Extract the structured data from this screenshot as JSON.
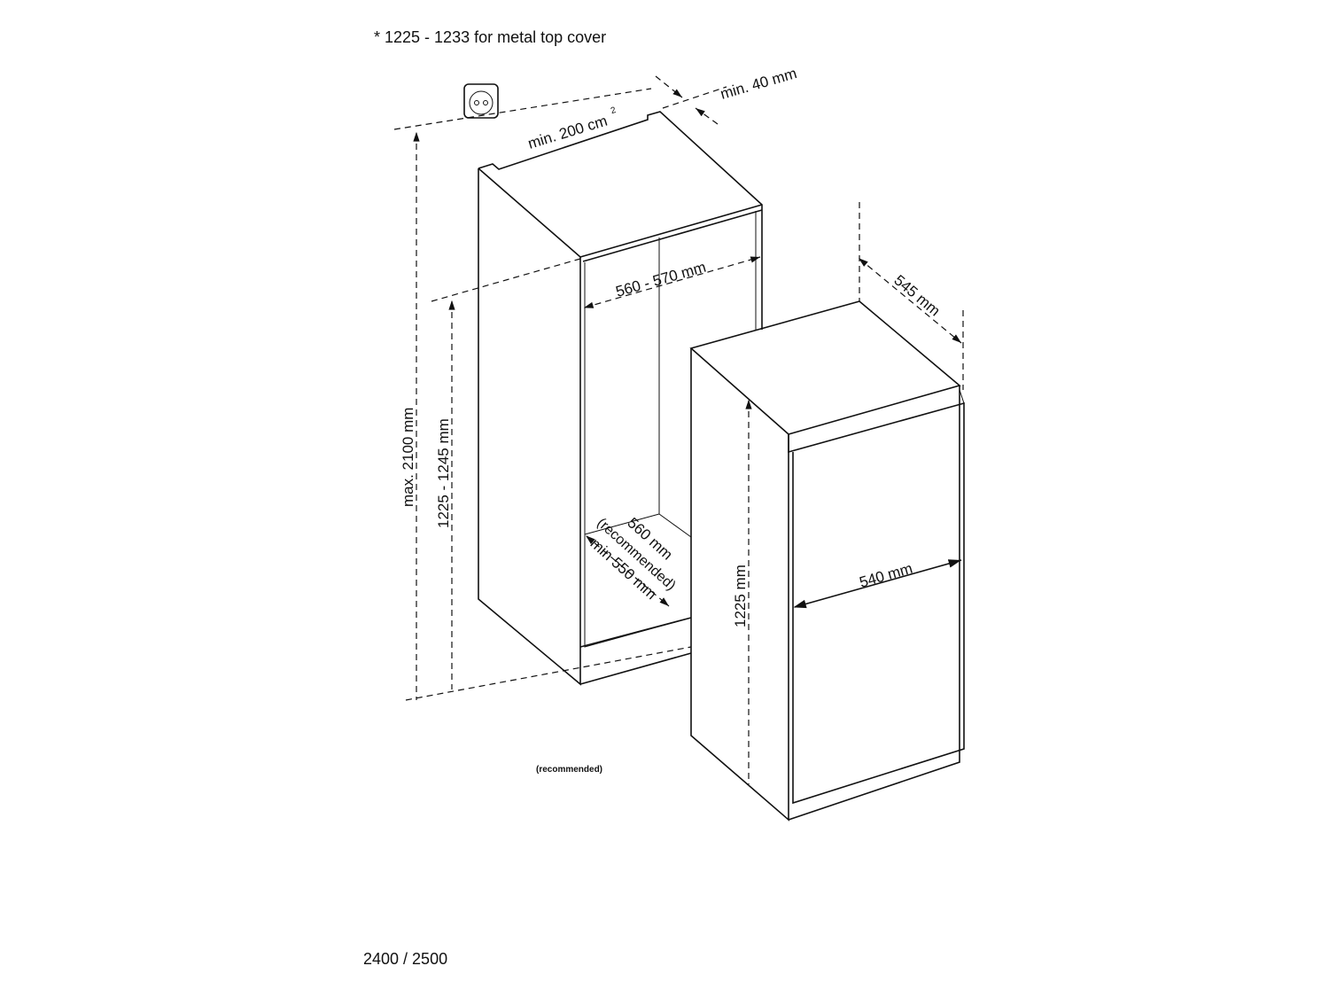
{
  "header_note": "* 1225 - 1233  for metal top cover",
  "footer_model": "2400 / 2500",
  "icons": [
    "power-socket-icon"
  ],
  "dimensions": {
    "top_gap": "min. 40 mm",
    "ventilation": "min. 200 cm",
    "ventilation_superscript": "2",
    "niche_width": "560 - 570 mm",
    "niche_depth_recommended": "560 mm",
    "niche_depth_recommended_label": "(recommended)",
    "niche_depth_min": "min 550 mm",
    "max_height": "max. 2100 mm",
    "niche_height": "1225 - 1245 mm",
    "appliance_height": "1225 mm",
    "appliance_width": "540 mm",
    "appliance_depth": "545 mm",
    "plinth_note": "(recommended)"
  }
}
